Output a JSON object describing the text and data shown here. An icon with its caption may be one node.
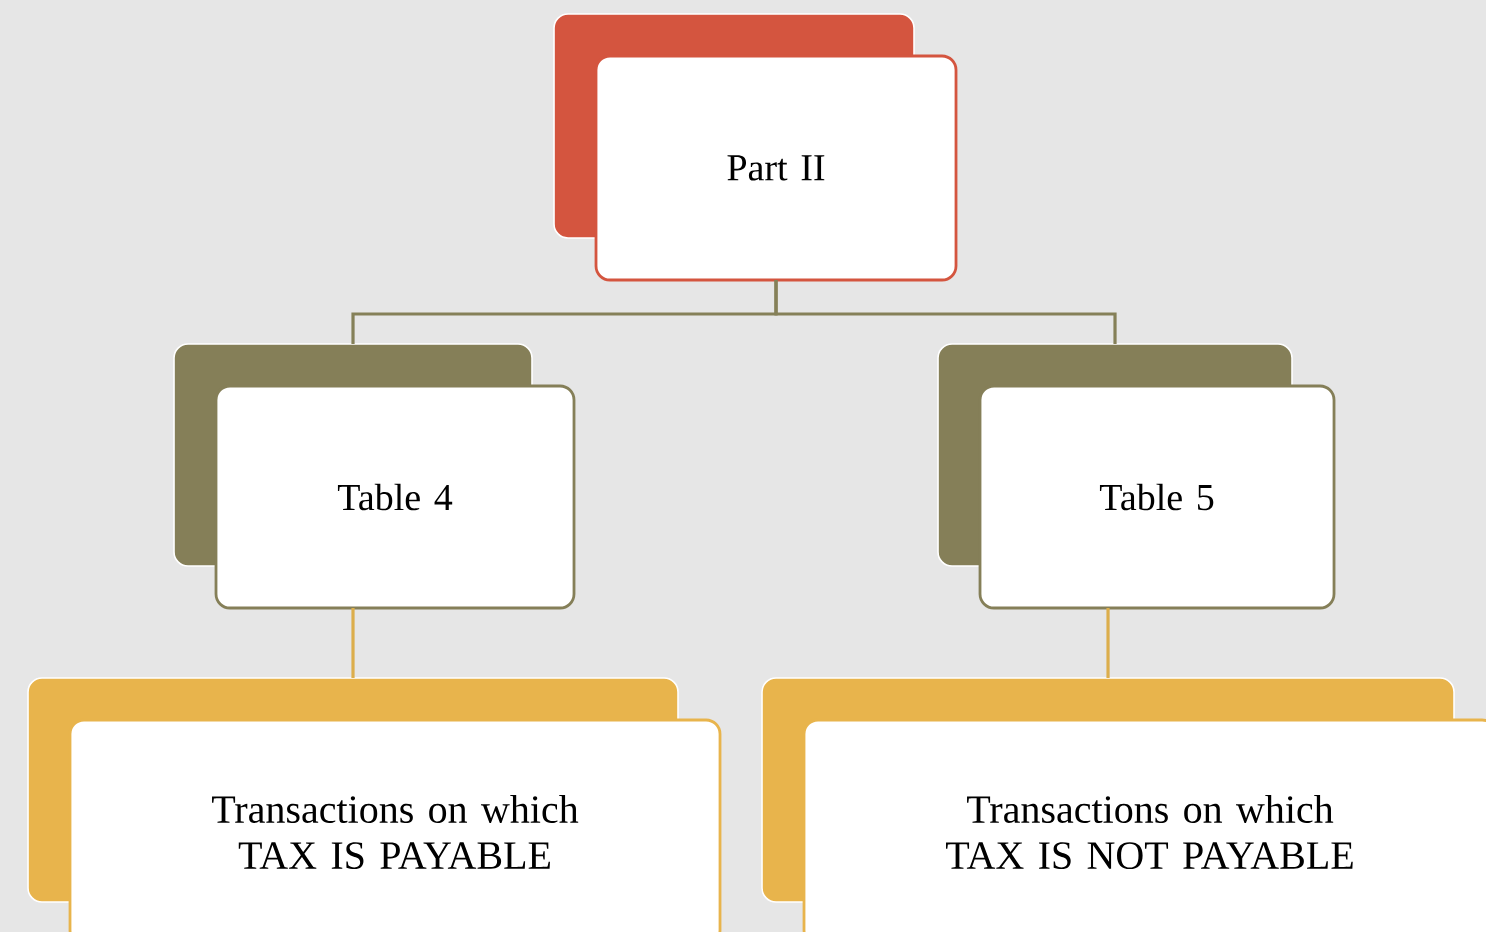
{
  "diagram": {
    "nodes": [
      {
        "text": [
          "Part II"
        ]
      },
      {
        "text": [
          "Table 4"
        ]
      },
      {
        "text": [
          "Table 5"
        ]
      },
      {
        "text": [
          "Transactions on which TAX IS PAYABLE"
        ]
      },
      {
        "text": [
          "Transactions on which TAX IS NOT PAYABLE"
        ]
      }
    ],
    "edges": [
      {
        "from": 0,
        "to": 1,
        "arrow": "none",
        "color": "#858058"
      },
      {
        "from": 0,
        "to": 2,
        "arrow": "none",
        "color": "#858058"
      },
      {
        "from": 1,
        "to": 3,
        "arrow": "none",
        "color": "#dcae4c"
      },
      {
        "from": 2,
        "to": 4,
        "arrow": "none",
        "color": "#dcae4c"
      }
    ]
  }
}
